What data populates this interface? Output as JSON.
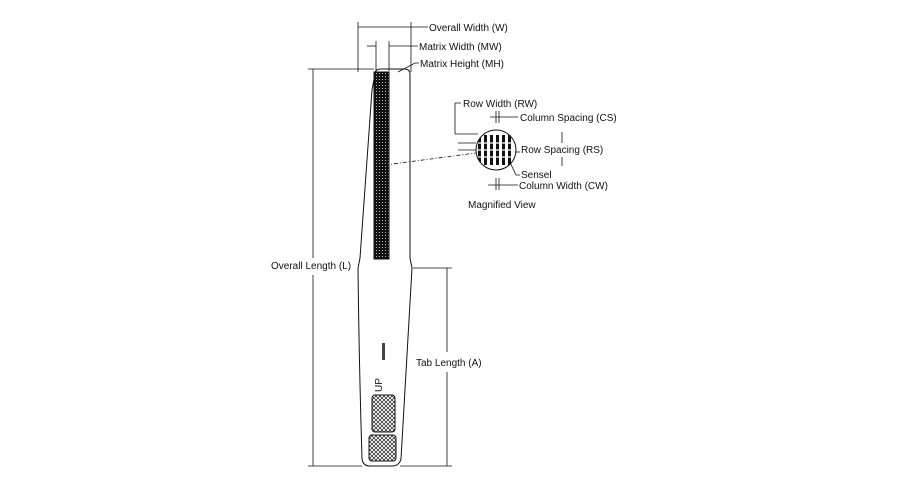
{
  "labels": {
    "overall_width": "Overall Width (W)",
    "matrix_width": "Matrix Width (MW)",
    "matrix_height": "Matrix Height (MH)",
    "row_width": "Row Width (RW)",
    "column_spacing": "Column Spacing (CS)",
    "row_spacing": "Row Spacing (RS)",
    "sensel": "Sensel",
    "column_width": "Column Width (CW)",
    "magnified_view": "Magnified View",
    "overall_length": "Overall Length (L)",
    "tab_length": "Tab Length (A)",
    "up_marker": "UP"
  },
  "colors": {
    "line": "#111111",
    "background": "#ffffff",
    "matrix_fill": "#222222"
  }
}
